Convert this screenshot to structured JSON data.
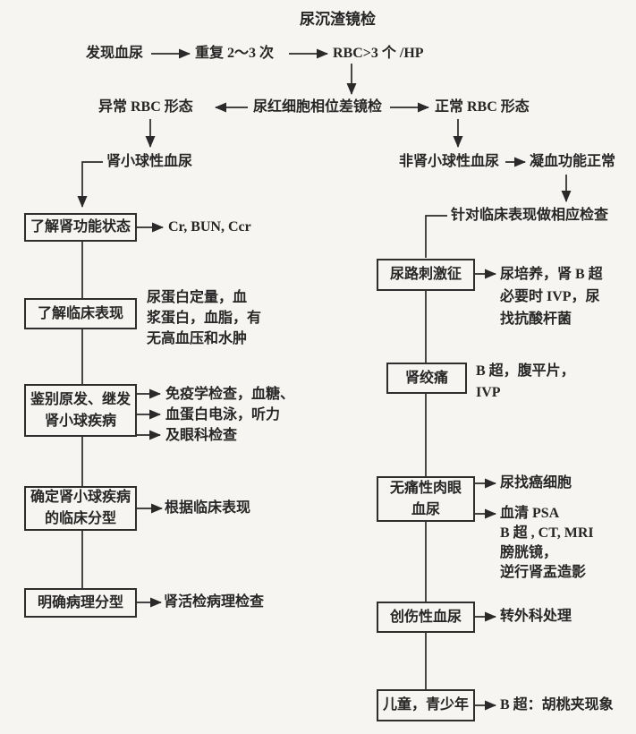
{
  "background": "#f6f5f1",
  "ink": "#2a2a2a",
  "title": "尿沉渣镜检",
  "top": {
    "found": "发现血尿",
    "repeat": "重复 2～3 次",
    "rbc_threshold": "RBC>3 个 /HP",
    "phase_exam": "尿红细胞相位差镜检",
    "abnormal_rbc": "异常 RBC 形态",
    "normal_rbc": "正常 RBC 形态"
  },
  "left": {
    "entry": "肾小球性血尿",
    "steps": [
      {
        "box": "了解肾功能状态",
        "note": "Cr, BUN, Ccr"
      },
      {
        "box": "了解临床表现",
        "note": "尿蛋白定量，血\n浆蛋白，血脂，有\n无高血压和水肿"
      },
      {
        "box": "鉴别原发、继发\n肾小球疾病",
        "note": "免疫学检查，血糖、\n血蛋白电泳，听力\n及眼科检查"
      },
      {
        "box": "确定肾小球疾病\n的临床分型",
        "note": "根据临床表现"
      },
      {
        "box": "明确病理分型",
        "note": "肾活检病理检查"
      }
    ]
  },
  "right": {
    "entry": "非肾小球性血尿",
    "coagulation": "凝血功能正常",
    "guide": "针对临床表现做相应检查",
    "steps": [
      {
        "box": "尿路刺激征",
        "note": "尿培养，肾 B 超\n必要时 IVP，尿\n找抗酸杆菌"
      },
      {
        "box": "肾绞痛",
        "note": "B 超，腹平片，\nIVP"
      },
      {
        "box": "无痛性肉眼\n血尿",
        "note": "尿找癌细胞",
        "note2": "血清 PSA\nB 超 , CT, MRI\n膀胱镜，\n逆行肾盂造影"
      },
      {
        "box": "创伤性血尿",
        "note": "转外科处理"
      },
      {
        "box": "儿童，青少年",
        "note": "B 超：胡桃夹现象"
      }
    ]
  }
}
